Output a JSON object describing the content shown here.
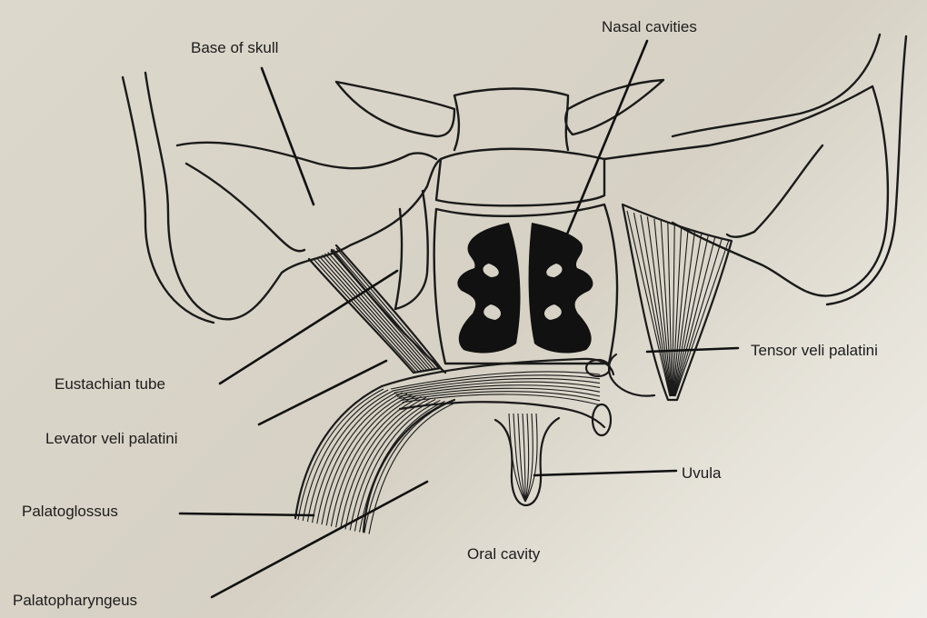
{
  "labels": {
    "base_of_skull": "Base of skull",
    "nasal_cavities": "Nasal cavities",
    "eustachian_tube": "Eustachian tube",
    "levator_veli_palatini": "Levator veli palatini",
    "tensor_veli_palatini": "Tensor veli palatini",
    "uvula": "Uvula",
    "palatoglossus": "Palatoglossus",
    "oral_cavity": "Oral cavity",
    "palatopharyngeus": "Palatopharyngeus"
  },
  "colors": {
    "ink": "#1a1a1a",
    "paper": "#d7d2c6"
  }
}
